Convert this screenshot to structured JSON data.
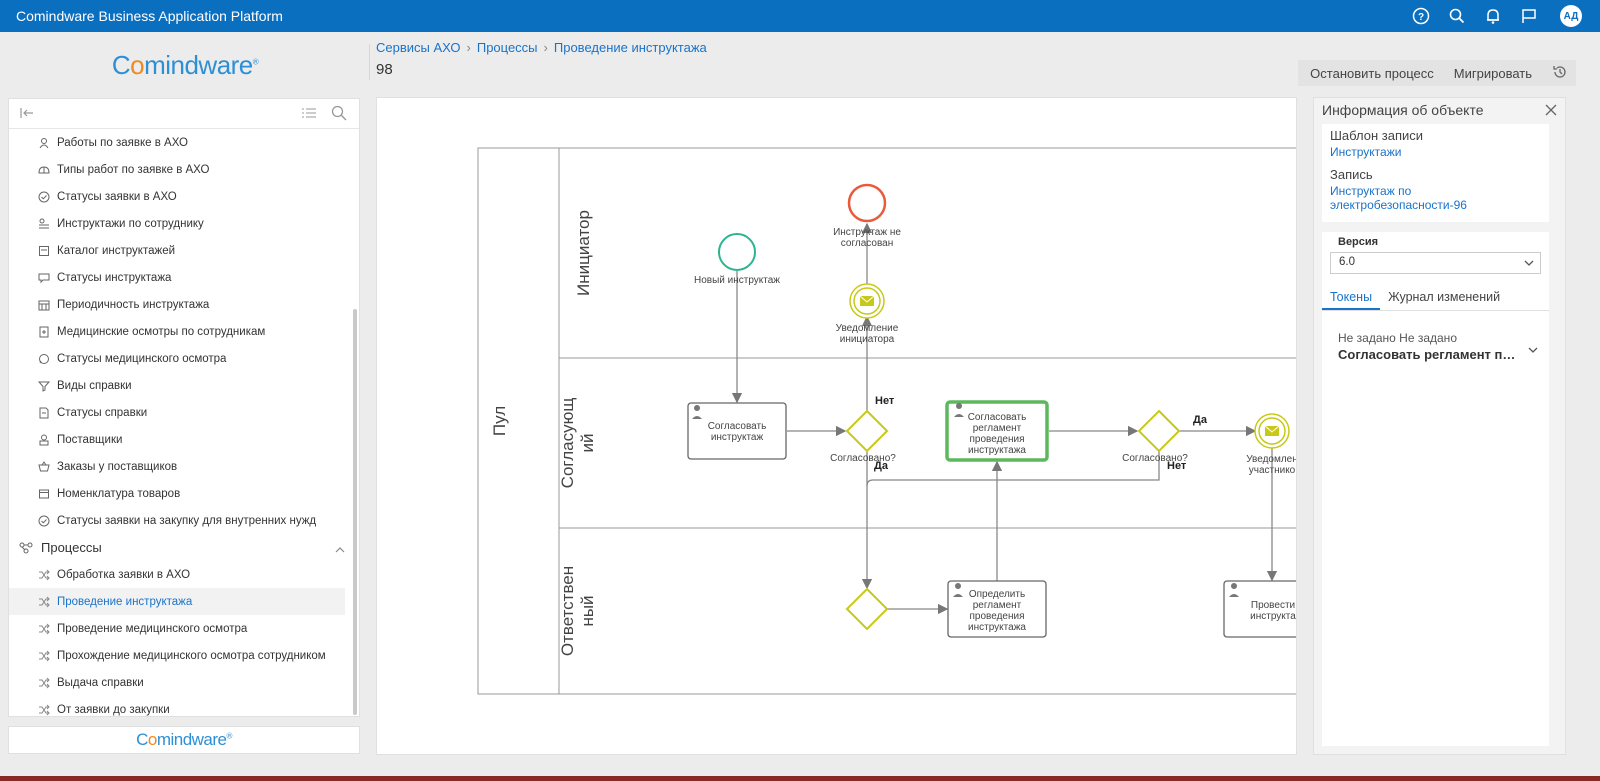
{
  "app": {
    "title": "Comindware Business Application Platform",
    "user_initials": "АД",
    "icons": [
      "help-icon",
      "search-icon",
      "bell-icon",
      "flag-icon"
    ]
  },
  "brand": {
    "prefix": "C",
    "o": "o",
    "suffix": "mindware",
    "reg": "®"
  },
  "breadcrumb": [
    "Сервисы АХО",
    "Процессы",
    "Проведение инструктажа"
  ],
  "page_id": "98",
  "actions": {
    "stop": "Остановить процесс",
    "migrate": "Мигрировать"
  },
  "sidebar": {
    "items": [
      {
        "label": "Работы по заявке в АХО",
        "icon": "worker-icon"
      },
      {
        "label": "Типы работ по заявке в АХО",
        "icon": "helmet-icon"
      },
      {
        "label": "Статусы заявки в АХО",
        "icon": "check-circle-icon"
      },
      {
        "label": "Инструктажи по сотруднику",
        "icon": "person-list-icon"
      },
      {
        "label": "Каталог инструктажей",
        "icon": "catalog-icon"
      },
      {
        "label": "Статусы инструктажа",
        "icon": "chat-icon"
      },
      {
        "label": "Периодичность инструктажа",
        "icon": "calendar-icon"
      },
      {
        "label": "Медицинские осмотры по сотрудникам",
        "icon": "medical-doc-icon"
      },
      {
        "label": "Статусы медицинского осмотра",
        "icon": "chat-round-icon"
      },
      {
        "label": "Виды справки",
        "icon": "filter-icon"
      },
      {
        "label": "Статусы справки",
        "icon": "doc-icon"
      },
      {
        "label": "Поставщики",
        "icon": "supplier-icon"
      },
      {
        "label": "Заказы у поставщиков",
        "icon": "basket-icon"
      },
      {
        "label": "Номенклатура товаров",
        "icon": "box-icon"
      },
      {
        "label": "Статусы заявки на закупку для внутренних нужд",
        "icon": "check-circle-icon"
      }
    ],
    "group": "Процессы",
    "processes": [
      {
        "label": "Обработка заявки в АХО",
        "active": false
      },
      {
        "label": "Проведение инструктажа",
        "active": true
      },
      {
        "label": "Проведение медицинского осмотра",
        "active": false
      },
      {
        "label": "Прохождение медицинского осмотра сотрудником",
        "active": false
      },
      {
        "label": "Выдача справки",
        "active": false
      },
      {
        "label": "От заявки до закупки",
        "active": false
      }
    ]
  },
  "diagram": {
    "pool": "Пул",
    "lanes": [
      "Инициатор",
      "Согласующ\nий",
      "Ответствен\nный"
    ],
    "events": {
      "start": "Новый инструктаж",
      "end": "Инструктаж не\nсогласован",
      "notify_initiator": "Уведомление\nинициатора",
      "notify_participant": "Уведомлен\nучастнико"
    },
    "tasks": {
      "approve_instr": "Согласовать\nинструктаж",
      "approve_regl": "Согласовать\nрегламент\nпроведения\nинструктажа",
      "define_regl": "Определить\nрегламент\nпроведения\nинструктажа",
      "conduct": "Провести\nинструкта"
    },
    "gateways": {
      "approved1": "Согласовано?",
      "approved2": "Согласовано?"
    },
    "flows": {
      "no1": "Нет",
      "yes1": "Да",
      "yes2": "Да",
      "no2": "Нет"
    }
  },
  "info_panel": {
    "title": "Информация об объекте",
    "template_label": "Шаблон записи",
    "template_value": "Инструктажи",
    "record_label": "Запись",
    "record_value": "Инструктаж по электробезопасности-96",
    "version_label": "Версия",
    "version_value": "6.0",
    "tabs": [
      "Токены",
      "Журнал изменений"
    ],
    "token_line1": "Не задано Не задано",
    "token_line2": "Согласовать регламент проведения инструктажа"
  }
}
